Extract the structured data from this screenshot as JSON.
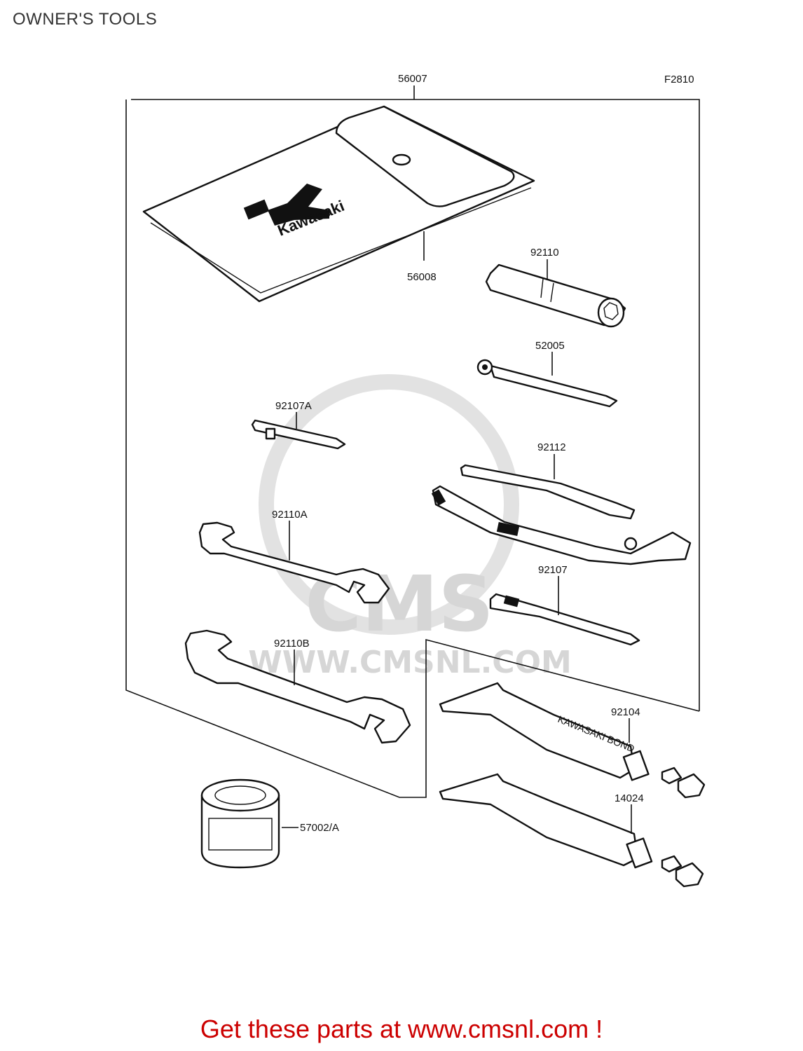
{
  "header": {
    "title": "OWNER'S TOOLS"
  },
  "diagram": {
    "figure_code": "F2810",
    "logo_text": "Kawasaki",
    "tube_print": "KAWASAKI BOND",
    "watermark": {
      "brand": "CMS",
      "url": "WWW.CMSNL.COM"
    },
    "parts": [
      {
        "number": "56007",
        "part": "tool-kit"
      },
      {
        "number": "56008",
        "part": "tool-bag"
      },
      {
        "number": "92110",
        "part": "plug-wrench"
      },
      {
        "number": "52005",
        "part": "handle"
      },
      {
        "number": "92107A",
        "part": "screwdriver-bit"
      },
      {
        "number": "92112",
        "part": "pliers"
      },
      {
        "number": "92110A",
        "part": "wrench"
      },
      {
        "number": "92107",
        "part": "screwdriver"
      },
      {
        "number": "92110B",
        "part": "wrench-large"
      },
      {
        "number": "92104",
        "part": "bond-tube"
      },
      {
        "number": "14024",
        "part": "bond-tube-2"
      },
      {
        "number": "57002/A",
        "part": "grease-can"
      }
    ]
  },
  "footer": {
    "link_text": "Get these parts at www.cmsnl.com !"
  }
}
